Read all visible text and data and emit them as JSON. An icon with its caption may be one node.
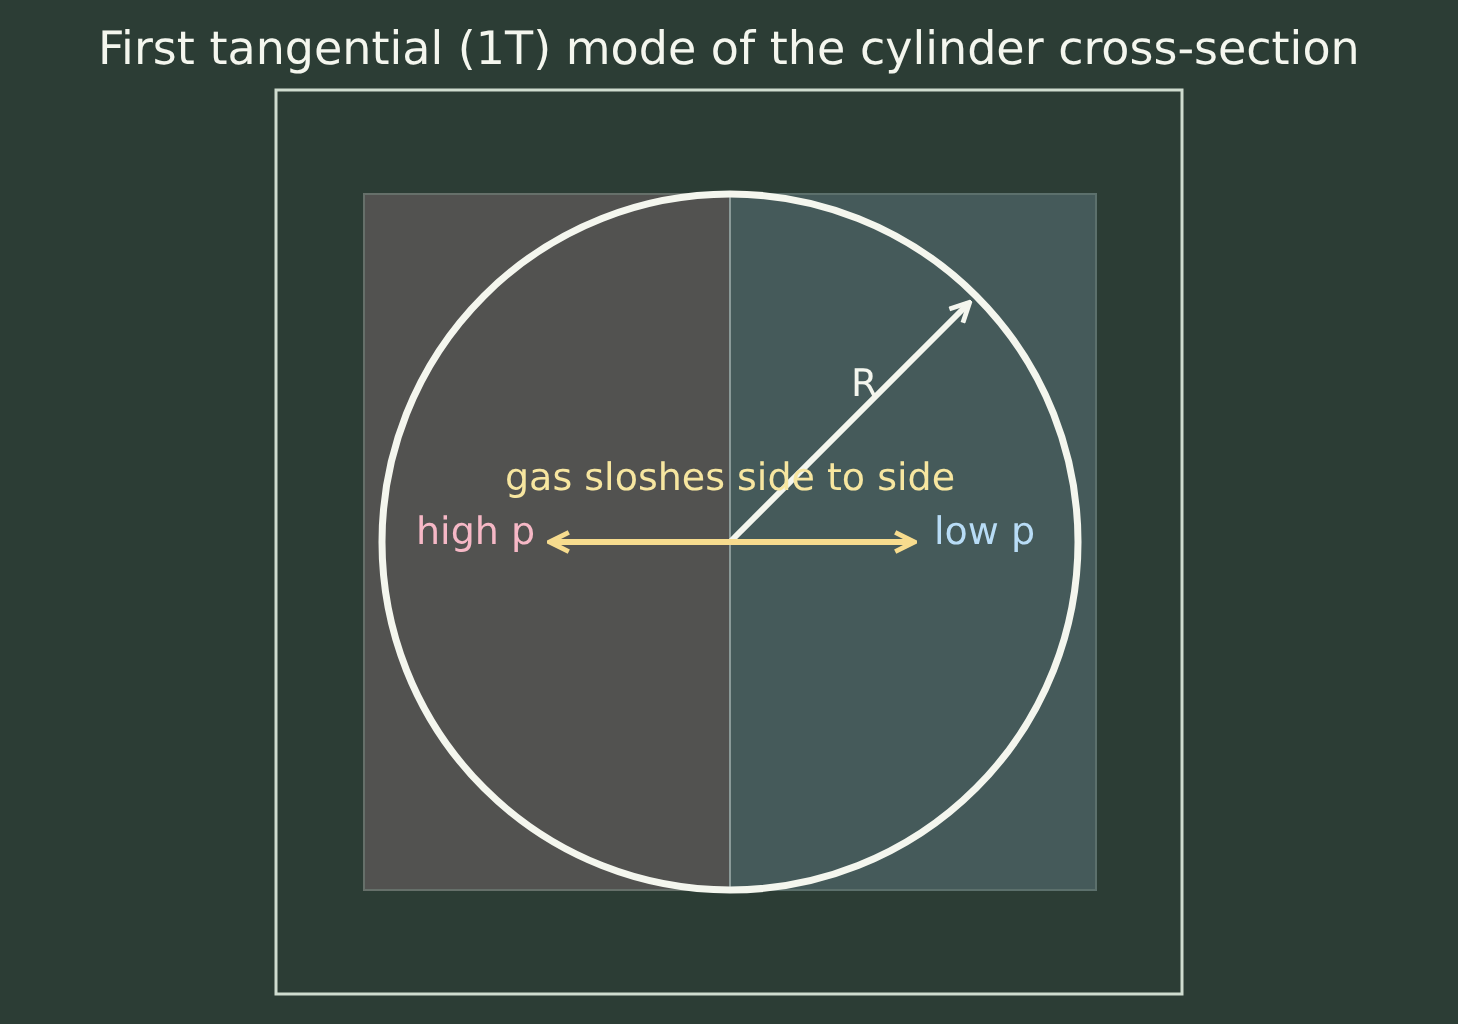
{
  "diagram": {
    "title": "First tangential (1T) mode of the cylinder cross-section",
    "labels": [
      "R",
      "gas sloshes side to side",
      "high p",
      "low p"
    ]
  }
}
